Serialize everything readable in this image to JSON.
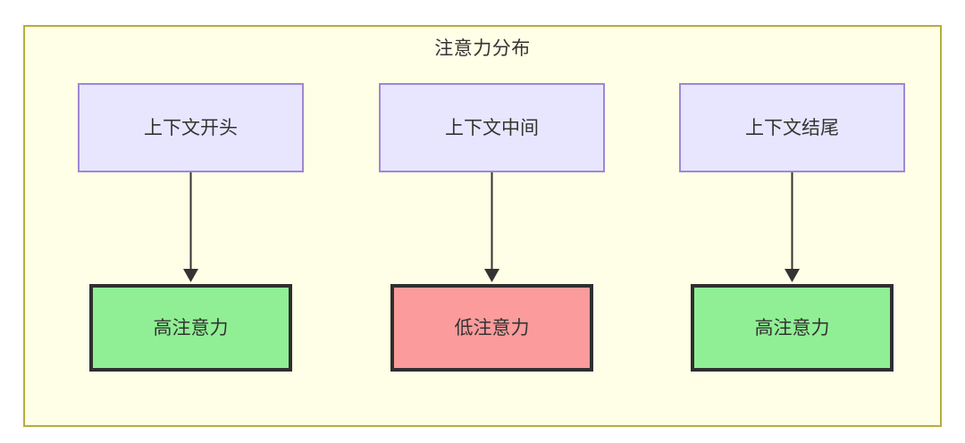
{
  "diagram": {
    "title": "注意力分布",
    "container": {
      "fill": "#fffee6",
      "stroke": "#b5ad3f"
    },
    "nodes": {
      "top": [
        {
          "id": "context-start",
          "label": "上下文开头",
          "fill": "#e8e6ff",
          "stroke": "#9e87d6"
        },
        {
          "id": "context-middle",
          "label": "上下文中间",
          "fill": "#e8e6ff",
          "stroke": "#9e87d6"
        },
        {
          "id": "context-end",
          "label": "上下文结尾",
          "fill": "#e8e6ff",
          "stroke": "#9e87d6"
        }
      ],
      "bottom": [
        {
          "id": "high-attention-start",
          "label": "高注意力",
          "fill": "#90ef94",
          "stroke": "#2f2f2f"
        },
        {
          "id": "low-attention-middle",
          "label": "低注意力",
          "fill": "#fb9b9b",
          "stroke": "#2f2f2f"
        },
        {
          "id": "high-attention-end",
          "label": "高注意力",
          "fill": "#90ef94",
          "stroke": "#2f2f2f"
        }
      ]
    },
    "edges": [
      {
        "from": "context-start",
        "to": "high-attention-start",
        "label": ""
      },
      {
        "from": "context-middle",
        "to": "low-attention-middle",
        "label": ""
      },
      {
        "from": "context-end",
        "to": "high-attention-end",
        "label": ""
      }
    ]
  }
}
